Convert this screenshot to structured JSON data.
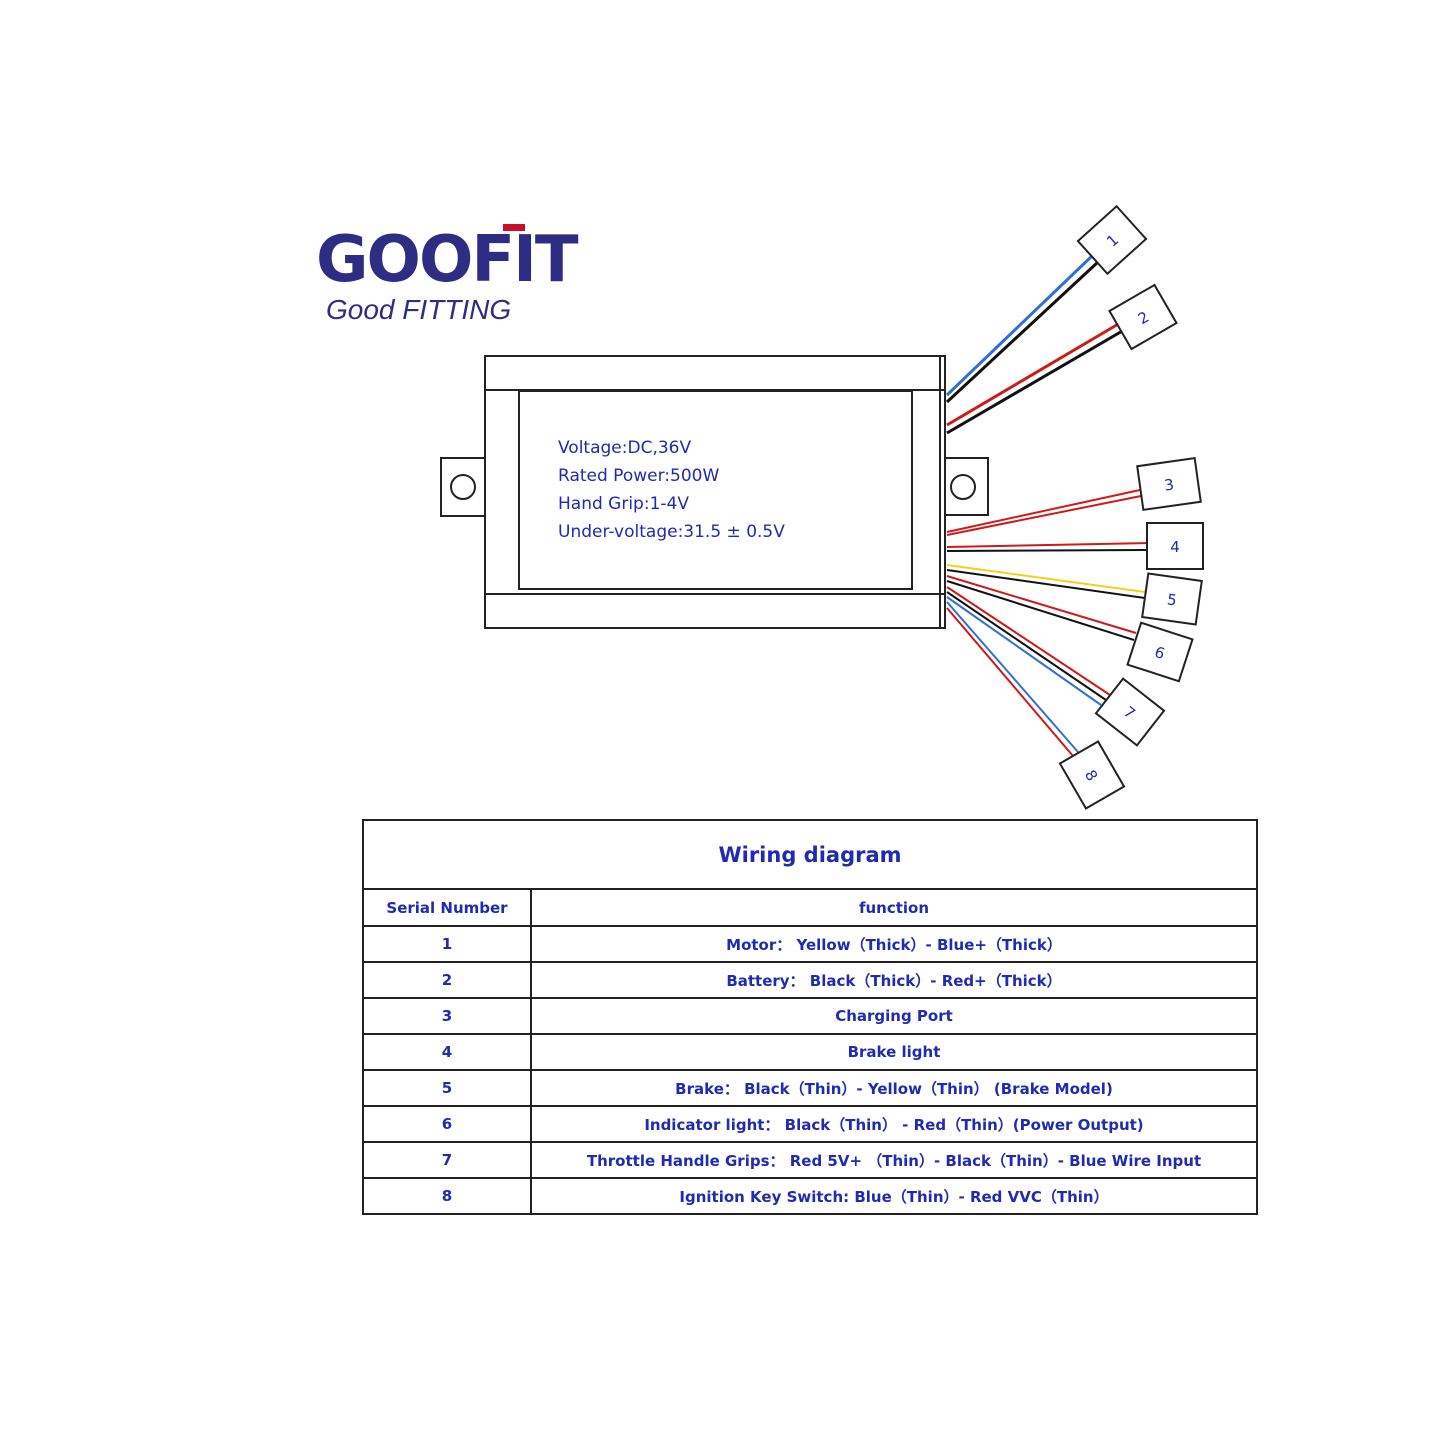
{
  "logo": {
    "brand": "GOOFIT",
    "tagline": "Good FITTING"
  },
  "controller": {
    "specs": [
      "Voltage:DC,36V",
      "Rated Power:500W",
      "Hand Grip:1-4V",
      "Under-voltage:31.5 ± 0.5V"
    ]
  },
  "connectors": [
    "1",
    "2",
    "3",
    "4",
    "5",
    "6",
    "7",
    "8"
  ],
  "wiring": {
    "title": "Wiring diagram",
    "headers": {
      "serial": "Serial Number",
      "function": "function"
    },
    "rows": [
      {
        "n": "1",
        "f": "Motor： Yellow（Thick）- Blue+（Thick）"
      },
      {
        "n": "2",
        "f": "Battery： Black（Thick）- Red+（Thick）"
      },
      {
        "n": "3",
        "f": "Charging Port"
      },
      {
        "n": "4",
        "f": "Brake light"
      },
      {
        "n": "5",
        "f": "Brake： Black（Thin）- Yellow（Thin） (Brake Model)"
      },
      {
        "n": "6",
        "f": "Indicator light： Black（Thin） - Red（Thin）(Power Output)"
      },
      {
        "n": "7",
        "f": "Throttle Handle Grips： Red 5V+ （Thin）- Black（Thin）- Blue Wire Input"
      },
      {
        "n": "8",
        "f": "Ignition Key Switch: Blue（Thin）- Red VVC（Thin）"
      }
    ]
  },
  "colors": {
    "text_blue": "#1f2bb0",
    "logo_blue": "#2f2d83",
    "logo_red": "#c8102e",
    "wire_red": "#d01a1a",
    "wire_blue": "#2f6fd6",
    "wire_yellow": "#f1d21a"
  }
}
